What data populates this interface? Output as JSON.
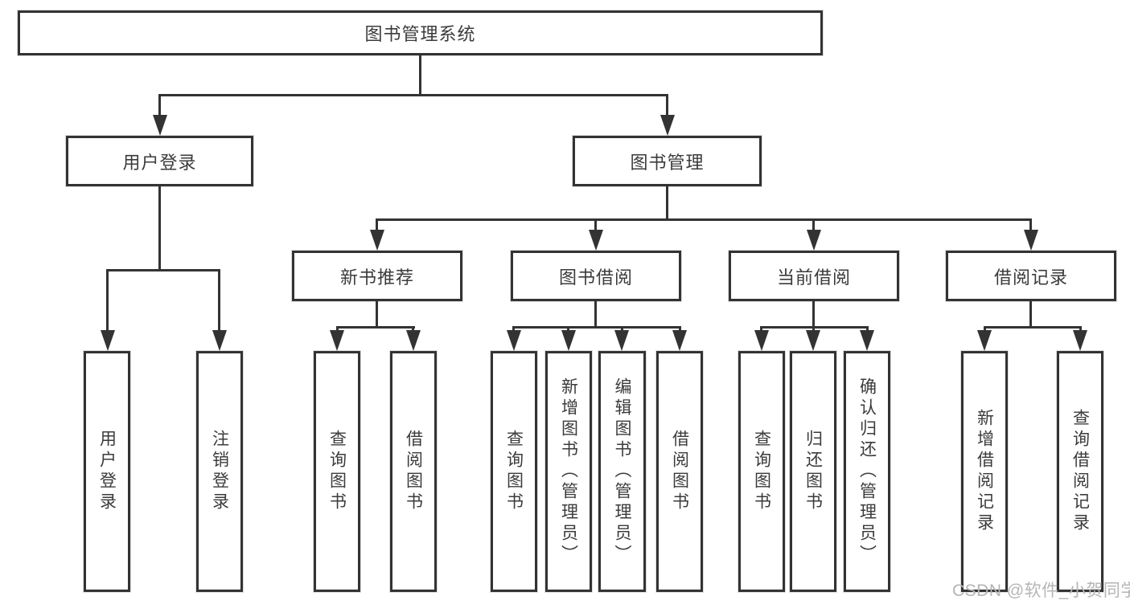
{
  "tree": {
    "label": "图书管理系统",
    "children": [
      {
        "label": "用户登录",
        "children": [
          {
            "label": "用户登录"
          },
          {
            "label": "注销登录"
          }
        ]
      },
      {
        "label": "图书管理",
        "children": [
          {
            "label": "新书推荐",
            "children": [
              {
                "label": "查询图书"
              },
              {
                "label": "借阅图书"
              }
            ]
          },
          {
            "label": "图书借阅",
            "children": [
              {
                "label": "查询图书"
              },
              {
                "label": "新增图书（管理员）"
              },
              {
                "label": "编辑图书（管理员）"
              },
              {
                "label": "借阅图书"
              }
            ]
          },
          {
            "label": "当前借阅",
            "children": [
              {
                "label": "查询图书"
              },
              {
                "label": "归还图书"
              },
              {
                "label": "确认归还（管理员）"
              }
            ]
          },
          {
            "label": "借阅记录",
            "children": [
              {
                "label": "新增借阅记录"
              },
              {
                "label": "查询借阅记录"
              }
            ]
          }
        ]
      }
    ]
  },
  "watermark": {
    "text": "CSDN @软件_小贺同学",
    "color": "#b5b5b5"
  },
  "colors": {
    "line": "#333333",
    "box_border": "#333333",
    "text": "#3b3b3b",
    "background": "#ffffff"
  }
}
